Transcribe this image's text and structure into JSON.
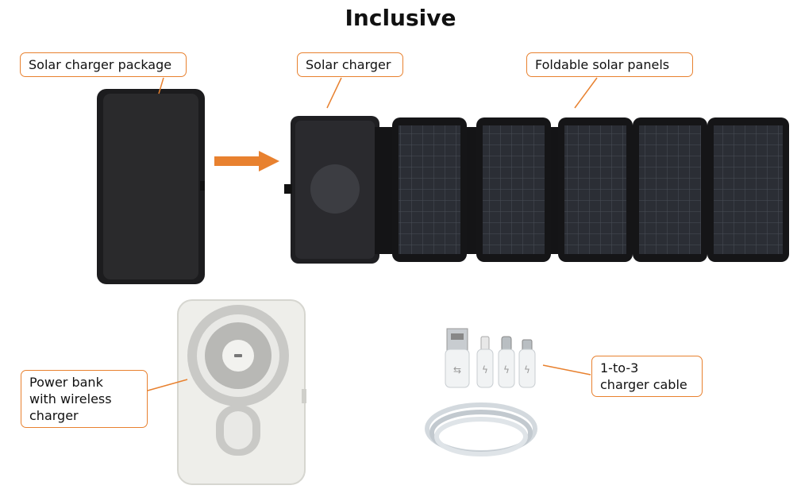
{
  "title": "Inclusive",
  "accent_color": "#e8812f",
  "callouts": {
    "package": "Solar charger package",
    "solar_charger": "Solar charger",
    "foldable_panels": "Foldable solar panels",
    "power_bank": [
      "Power bank",
      "with wireless",
      "charger"
    ],
    "cable": [
      "1-to-3",
      "charger cable"
    ]
  },
  "illustrations": [
    "solar-charger-package-image",
    "arrow-icon",
    "solar-charger-image",
    "foldable-solar-panels-image",
    "power-bank-image",
    "usb-cable-image"
  ]
}
